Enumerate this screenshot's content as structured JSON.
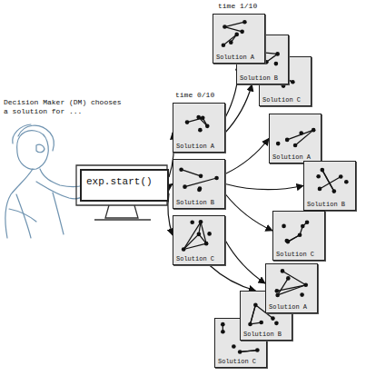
{
  "diagram": {
    "nodes": [
      {
        "text": [
          "exp.start()"
        ]
      },
      {
        "text": [
          "Solution A"
        ]
      },
      {
        "text": [
          "Solution B"
        ]
      },
      {
        "text": [
          "Solution C"
        ]
      },
      {
        "text": [
          "Solution A"
        ]
      },
      {
        "text": [
          "Solution B"
        ]
      },
      {
        "text": [
          "Solution C"
        ]
      },
      {
        "text": [
          "Solution A"
        ]
      },
      {
        "text": [
          "Solution B"
        ]
      },
      {
        "text": [
          "Solution C"
        ]
      },
      {
        "text": [
          "Solution A"
        ]
      },
      {
        "text": [
          "Solution B"
        ]
      },
      {
        "text": [
          "Solution C"
        ]
      }
    ],
    "edges": [
      {
        "from": 0,
        "to": 1,
        "arrow": "to"
      },
      {
        "from": 0,
        "to": 2,
        "arrow": "to"
      },
      {
        "from": 0,
        "to": 3,
        "arrow": "to"
      },
      {
        "from": 1,
        "to": 4,
        "arrow": "to"
      },
      {
        "from": 1,
        "to": 5,
        "arrow": "to"
      },
      {
        "from": 2,
        "to": 7,
        "arrow": "to"
      },
      {
        "from": 2,
        "to": 8,
        "arrow": "to"
      },
      {
        "from": 2,
        "to": 9,
        "arrow": "to"
      },
      {
        "from": 3,
        "to": 10,
        "arrow": "to"
      },
      {
        "from": 3,
        "to": 11,
        "arrow": "to"
      }
    ],
    "labels": [
      "Decision Maker (DM) chooses a solution for ...",
      "time 0/10",
      "time 1/10"
    ]
  }
}
